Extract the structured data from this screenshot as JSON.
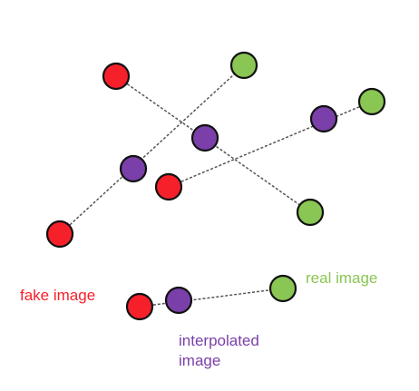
{
  "colors": {
    "fake": "#f6202b",
    "real": "#8ac653",
    "interpolated": "#7a3fa8",
    "stroke": "#111111",
    "link": "#555555"
  },
  "labels": {
    "fake": "fake image",
    "real": "real image",
    "interpolated_line1": "interpolated",
    "interpolated_line2": "image"
  }
}
